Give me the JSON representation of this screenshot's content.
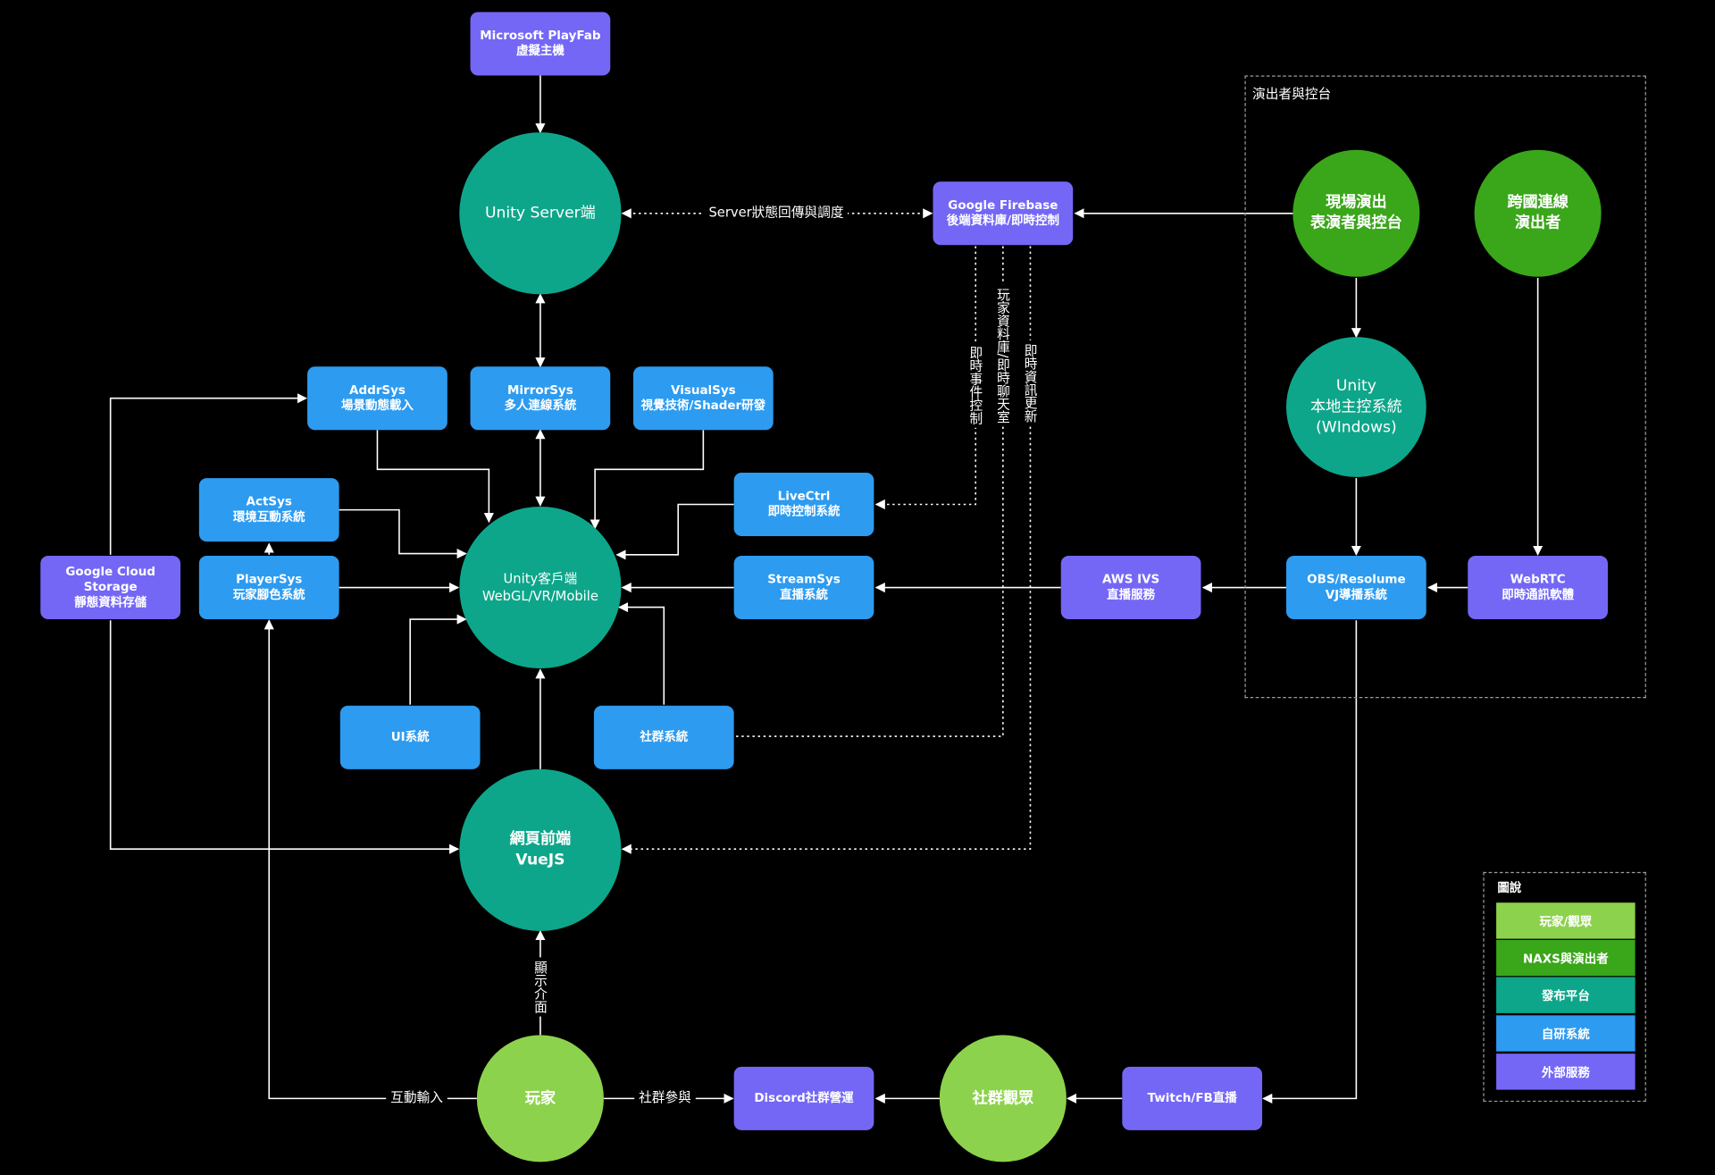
{
  "nodes": {
    "playfab": [
      "Microsoft PlayFab",
      "虛擬主機"
    ],
    "unity_server": [
      "Unity Server端"
    ],
    "firebase": [
      "Google Firebase",
      "後端資料庫/即時控制"
    ],
    "live_performer": [
      "現場演出",
      "表演者與控台"
    ],
    "intl_performer": [
      "跨國連線",
      "演出者"
    ],
    "unity_local": [
      "Unity",
      "本地主控系統",
      "(WIndows)"
    ],
    "addrsys": [
      "AddrSys",
      "場景動態載入"
    ],
    "mirrorsys": [
      "MirrorSys",
      "多人連線系統"
    ],
    "visualsys": [
      "VisualSys",
      "視覺技術/Shader研發"
    ],
    "actsys": [
      "ActSys",
      "環境互動系統"
    ],
    "livectrl": [
      "LiveCtrl",
      "即時控制系統"
    ],
    "gcs": [
      "Google Cloud Storage",
      "靜態資料存儲"
    ],
    "playersys": [
      "PlayerSys",
      "玩家腳色系統"
    ],
    "unity_client": [
      "Unity客戶端",
      "WebGL/VR/Mobile"
    ],
    "streamsys": [
      "StreamSys",
      "直播系統"
    ],
    "aws_ivs": [
      "AWS IVS",
      "直播服務"
    ],
    "obs": [
      "OBS/Resolume",
      "VJ導播系統"
    ],
    "webrtc": [
      "WebRTC",
      "即時通訊軟體"
    ],
    "ui": [
      "UI系統"
    ],
    "social": [
      "社群系統"
    ],
    "web_frontend": [
      "網頁前端",
      "VueJS"
    ],
    "player": [
      "玩家"
    ],
    "discord": [
      "Discord社群營運"
    ],
    "audience": [
      "社群觀眾"
    ],
    "twitch": [
      "Twitch/FB直播"
    ]
  },
  "edge_labels": {
    "server_firebase": "Server狀態回傳與調度",
    "realtime_event": "即時事件控制",
    "player_db": "玩家資料庫/即時聊天室",
    "realtime_update": "即時資訊更新",
    "display_ui": "顯示介面",
    "interactive_input": "互動輸入",
    "social_participation": "社群參與"
  },
  "group": {
    "title": "演出者與控台"
  },
  "legend": {
    "title": "圖說",
    "items": [
      {
        "label": "玩家/觀眾",
        "color": "#8dd24c"
      },
      {
        "label": "NAXS與演出者",
        "color": "#3aa61a"
      },
      {
        "label": "發布平台",
        "color": "#0ea68a"
      },
      {
        "label": "自研系統",
        "color": "#2d9bf0"
      },
      {
        "label": "外部服務",
        "color": "#7467f6"
      }
    ]
  },
  "colors": {
    "background": "#000000",
    "edge": "#ffffff",
    "external_service": "#7467f6",
    "in_house_system": "#2d9bf0",
    "platform": "#0ea68a",
    "naxs_performer": "#3aa61a",
    "player_audience": "#8dd24c"
  }
}
